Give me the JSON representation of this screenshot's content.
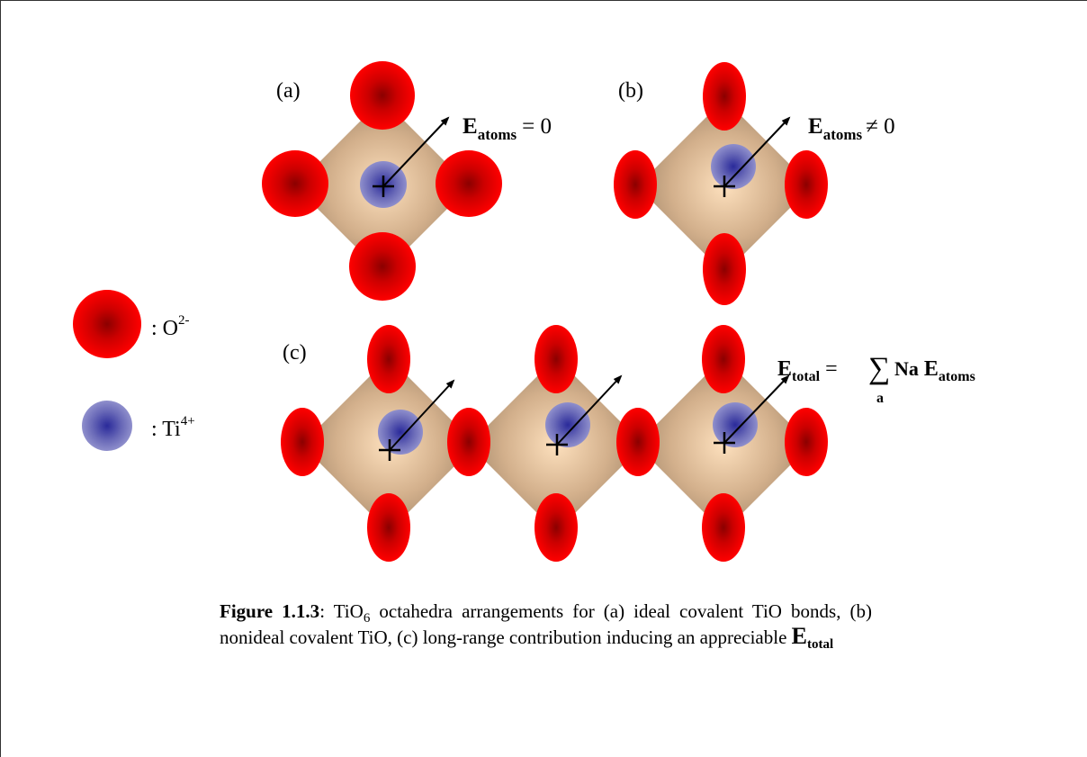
{
  "labels": {
    "panel_a": "(a)",
    "panel_b": "(b)",
    "panel_c": "(c)"
  },
  "equations": {
    "a": {
      "E": "E",
      "sub": "atoms",
      "rel": "= 0"
    },
    "b": {
      "E": "E",
      "sub": "atoms",
      "rel": "≠ 0"
    },
    "c": {
      "E": "E",
      "sub": "total",
      "eq": "=",
      "sum": "∑",
      "sum_index": "a",
      "term": "Na",
      "E2": "E",
      "sub2": "atoms"
    }
  },
  "legend": {
    "oxygen": {
      "label": ": O",
      "sup": "2-"
    },
    "titanium": {
      "label": ": Ti",
      "sup": "4+"
    }
  },
  "caption": {
    "figure_label": "Figure 1.1.3",
    "part1": ": TiO",
    "sub6": "6",
    "part2": " octahedra arrangements for (a) ideal covalent TiO bonds, (b) nonideal covalent TiO, (c) long-range contribution inducing an appreciable ",
    "E": "E",
    "E_sub": "total"
  },
  "colors": {
    "oxygen_outer": "#ff0000",
    "oxygen_core": "#8b0000",
    "titanium_outer": "#8080c0",
    "titanium_core": "#3030a0",
    "octahedron_center": "#fbd9b3",
    "octahedron_edge": "#a58a6c"
  }
}
